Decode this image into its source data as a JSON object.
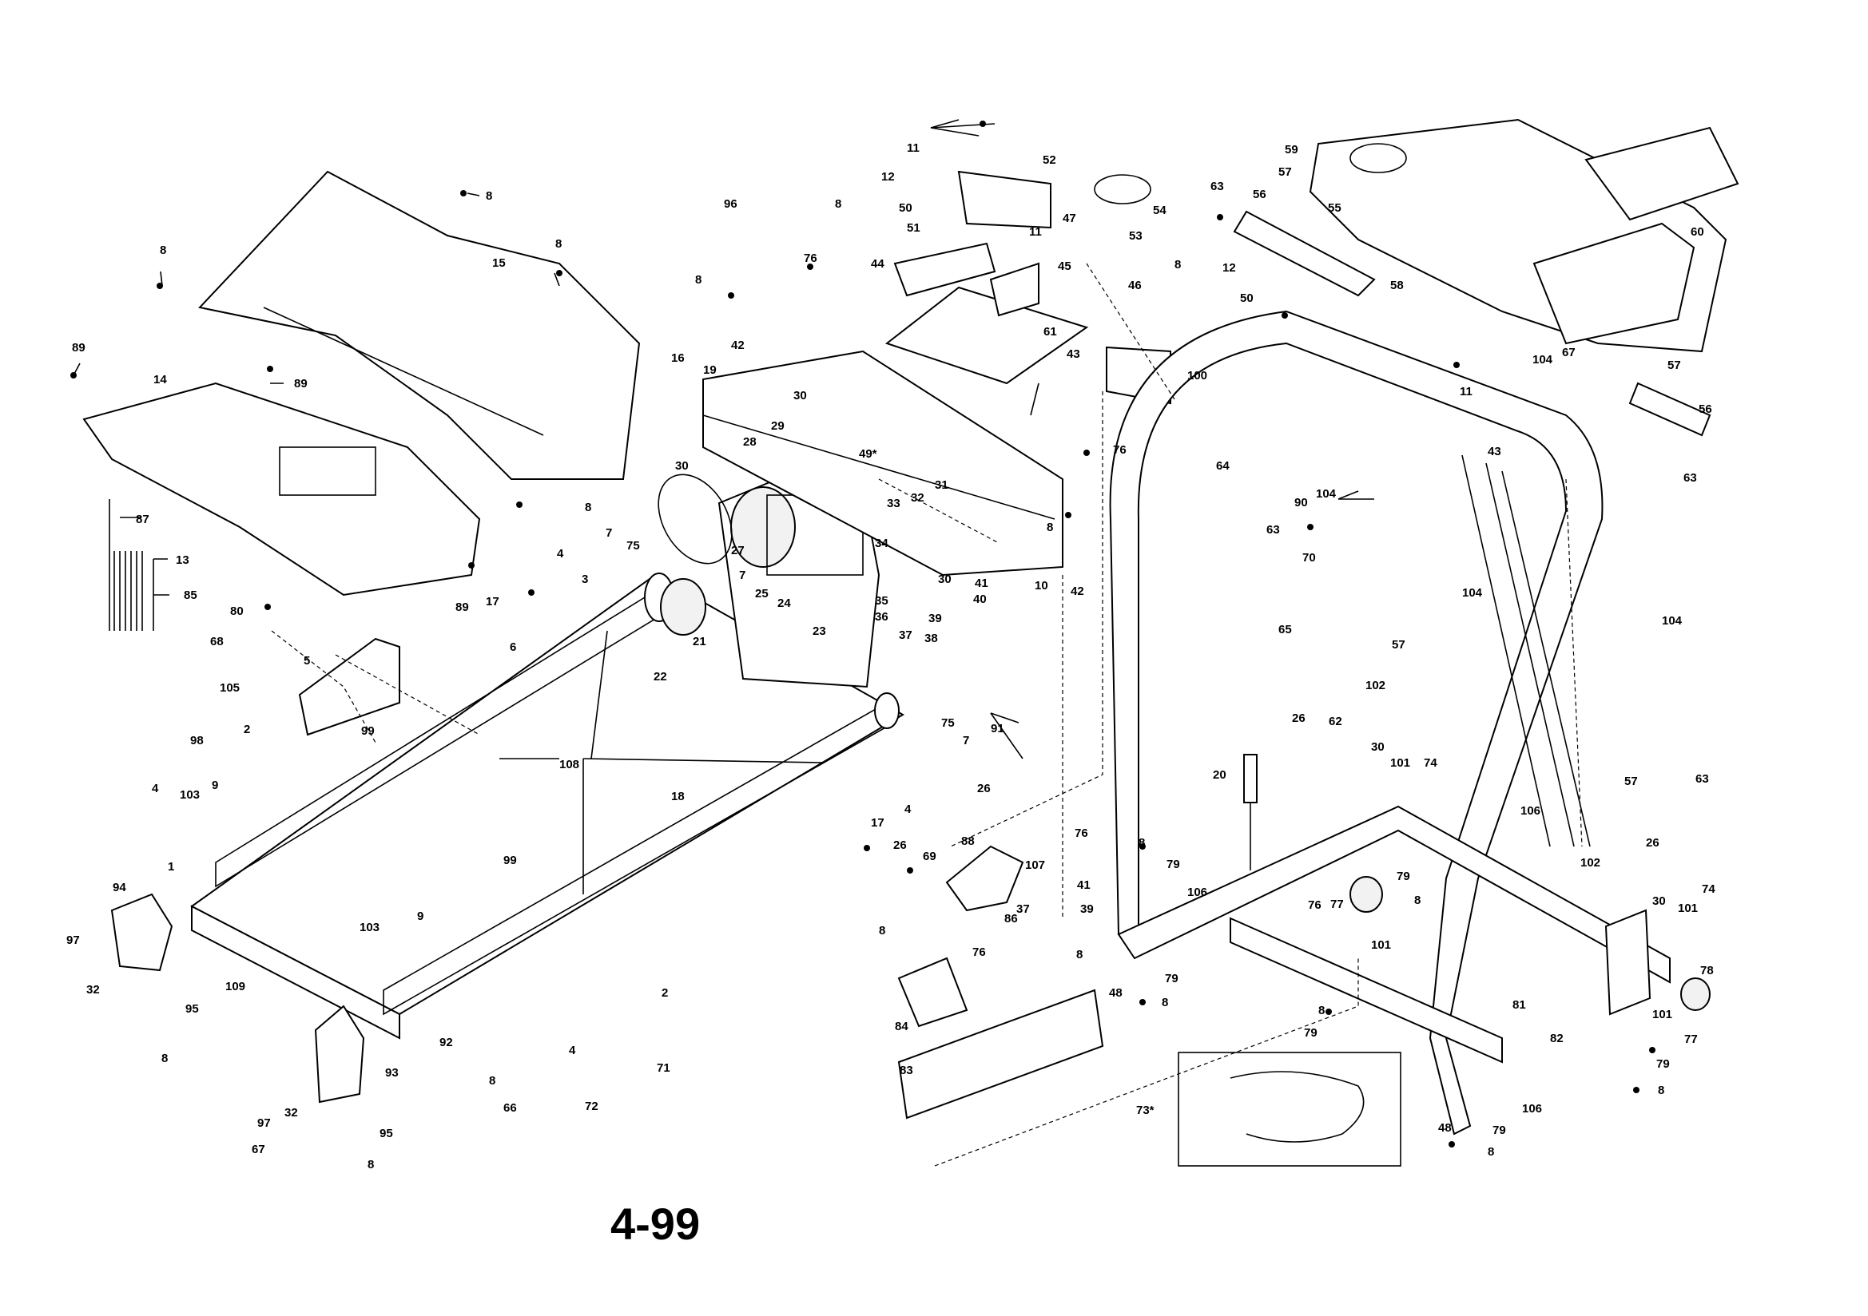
{
  "diagram": {
    "page_number": "4-99",
    "part_labels": [
      "1",
      "2",
      "3",
      "4",
      "5",
      "6",
      "7",
      "8",
      "9",
      "10",
      "11",
      "12",
      "13",
      "14",
      "15",
      "16",
      "17",
      "18",
      "19",
      "20",
      "21",
      "22",
      "23",
      "24",
      "25",
      "26",
      "27",
      "28",
      "29",
      "30",
      "31",
      "32",
      "33",
      "34",
      "35",
      "36",
      "37",
      "38",
      "39",
      "40",
      "41",
      "42",
      "43",
      "44",
      "45",
      "46",
      "47",
      "48",
      "49*",
      "50",
      "51",
      "52",
      "53",
      "54",
      "55",
      "56",
      "57",
      "58",
      "59",
      "60",
      "61",
      "62",
      "63",
      "64",
      "65",
      "66",
      "67",
      "68",
      "69",
      "70",
      "71",
      "72",
      "73*",
      "74",
      "75",
      "76",
      "77",
      "78",
      "79",
      "80",
      "81",
      "82",
      "83",
      "84",
      "85",
      "86",
      "87",
      "88",
      "89",
      "90",
      "91",
      "92",
      "93",
      "94",
      "95",
      "96",
      "97",
      "98",
      "99",
      "100",
      "101",
      "102",
      "103",
      "104",
      "105",
      "106",
      "107",
      "108",
      "109"
    ]
  }
}
